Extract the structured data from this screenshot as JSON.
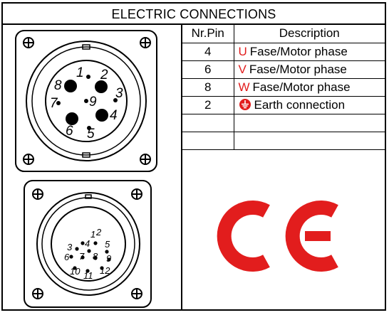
{
  "title": "ELECTRIC CONNECTIONS",
  "table": {
    "headers": {
      "pin": "Nr.Pin",
      "description": "Description"
    },
    "rows": [
      {
        "pin": "4",
        "letter": "U",
        "text": "Fase/Motor phase"
      },
      {
        "pin": "6",
        "letter": "V",
        "text": "Fase/Motor phase"
      },
      {
        "pin": "8",
        "letter": "W",
        "text": "Fase/Motor phase"
      },
      {
        "pin": "2",
        "symbol": "earth-icon",
        "text": "Earth connection"
      },
      {
        "pin": "",
        "text": ""
      },
      {
        "pin": "",
        "text": ""
      }
    ]
  },
  "power_connector": {
    "pins": [
      "1",
      "2",
      "3",
      "4",
      "5",
      "6",
      "7",
      "8",
      "9"
    ]
  },
  "signal_connector": {
    "pins": [
      "1",
      "2",
      "3",
      "4",
      "5",
      "6",
      "7",
      "8",
      "9",
      "10",
      "11",
      "12"
    ]
  },
  "ce_mark": "CE",
  "colors": {
    "accent": "#e21d1d",
    "line": "#000000",
    "background": "#ffffff"
  }
}
